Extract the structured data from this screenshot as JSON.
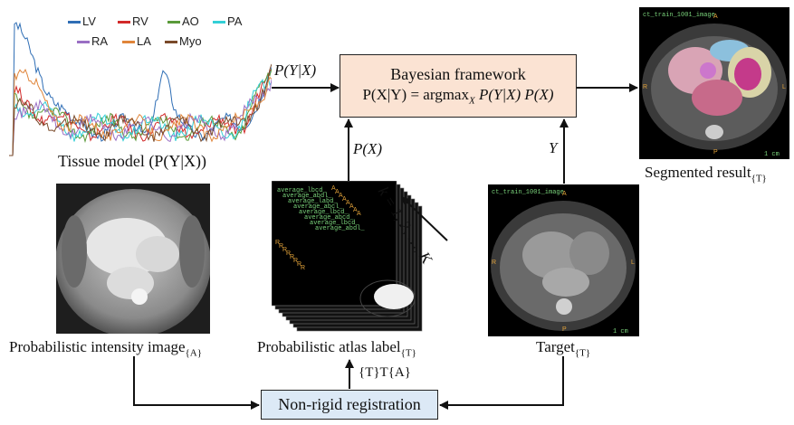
{
  "tissue_model": {
    "caption": "Tissue model (P(Y|X))",
    "legend": [
      {
        "label": "LV",
        "color": "#2f6eb5"
      },
      {
        "label": "RV",
        "color": "#d22a2a"
      },
      {
        "label": "AO",
        "color": "#5a9a3a"
      },
      {
        "label": "PA",
        "color": "#33cfd6"
      },
      {
        "label": "RA",
        "color": "#9a6fc4"
      },
      {
        "label": "LA",
        "color": "#e0853a"
      },
      {
        "label": "Myo",
        "color": "#7a4a2a"
      }
    ]
  },
  "bayes": {
    "title": "Bayesian framework",
    "formula_lhs": "P(X|Y) = argmax",
    "formula_sub": "X",
    "formula_rhs": "P(Y|X) P(X)"
  },
  "arrows": {
    "likelihood": "P(Y|X)",
    "prior": "P(X)",
    "target": "Y",
    "transform": "{T}T{A}",
    "k_label": "k = 1, 2, …, K"
  },
  "registration": {
    "label": "Non-rigid registration"
  },
  "panels": {
    "intensity_caption": "Probabilistic intensity image",
    "intensity_sub": "{A}",
    "atlas_caption": "Probabilistic atlas label",
    "atlas_sub": "{T}",
    "target_caption": "Target",
    "target_sub": "{T}",
    "result_caption": "Segmented result",
    "result_sub": "{T}"
  },
  "scan_overlay": {
    "name_label": "ct_train_1001_image",
    "orient_top": "A",
    "orient_left": "R",
    "orient_right": "L",
    "orient_bottom": "P",
    "scale": "1 cm"
  },
  "atlas_labels": [
    "average_lbcd_",
    "average_abdl_",
    "average_labd_",
    "average_abcl_",
    "average_lbcd_",
    "average_abcd_",
    "average_lbcd_",
    "average_abdl_"
  ]
}
